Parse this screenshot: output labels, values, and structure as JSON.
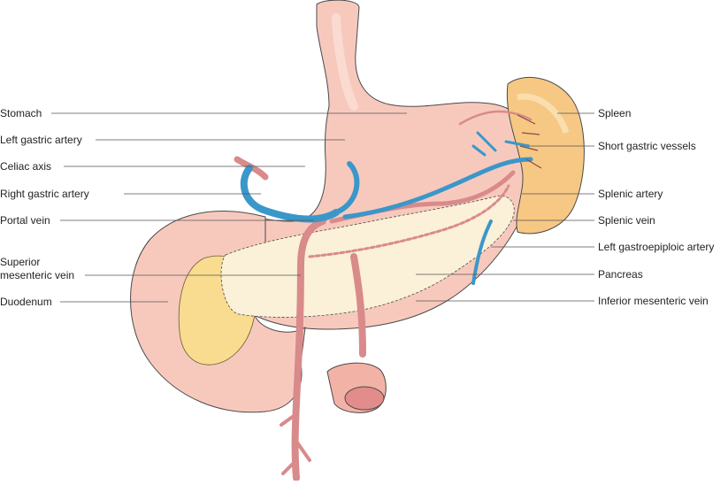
{
  "labels_left": [
    {
      "id": "stomach",
      "text": "Stomach"
    },
    {
      "id": "left-gastric-artery",
      "text": "Left gastric artery"
    },
    {
      "id": "celiac-axis",
      "text": "Celiac axis"
    },
    {
      "id": "right-gastric-artery",
      "text": "Right gastric artery"
    },
    {
      "id": "portal-vein",
      "text": "Portal vein"
    },
    {
      "id": "superior-mesenteric-vein-1",
      "text": "Superior"
    },
    {
      "id": "superior-mesenteric-vein-2",
      "text": "mesenteric vein"
    },
    {
      "id": "duodenum",
      "text": "Duodenum"
    }
  ],
  "labels_right": [
    {
      "id": "spleen",
      "text": "Spleen"
    },
    {
      "id": "short-gastric-vessels",
      "text": "Short gastric vessels"
    },
    {
      "id": "splenic-artery",
      "text": "Splenic artery"
    },
    {
      "id": "splenic-vein",
      "text": "Splenic vein"
    },
    {
      "id": "left-gastroepiploic-artery",
      "text": "Left gastroepiploic artery"
    },
    {
      "id": "pancreas",
      "text": "Pancreas"
    },
    {
      "id": "inferior-mesenteric-vein",
      "text": "Inferior mesenteric vein"
    }
  ],
  "colors": {
    "stomach_fill": "#f7c9bd",
    "stomach_highlight": "#fbe0d6",
    "pancreas_fill": "#fbf0d8",
    "spleen_fill": "#f6c884",
    "duodenum_patch": "#f9dc8f",
    "artery": "#d98a8a",
    "vein": "#3b97c9",
    "outline": "#4a4a4a",
    "leader": "#555555"
  }
}
